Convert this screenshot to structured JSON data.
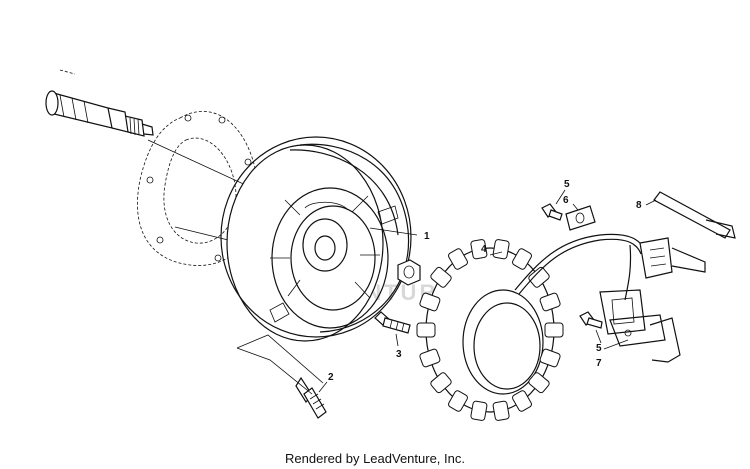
{
  "diagram": {
    "callouts": [
      {
        "id": "c1",
        "text": "1"
      },
      {
        "id": "c2",
        "text": "2"
      },
      {
        "id": "c3",
        "text": "3"
      },
      {
        "id": "c4",
        "text": "4"
      },
      {
        "id": "c5a",
        "text": "5"
      },
      {
        "id": "c5b",
        "text": "5"
      },
      {
        "id": "c6",
        "text": "6"
      },
      {
        "id": "c7",
        "text": "7"
      },
      {
        "id": "c8",
        "text": "8"
      }
    ],
    "watermark": "LEADVENTURE"
  },
  "footer": {
    "credit": "Rendered by LeadVenture, Inc."
  }
}
